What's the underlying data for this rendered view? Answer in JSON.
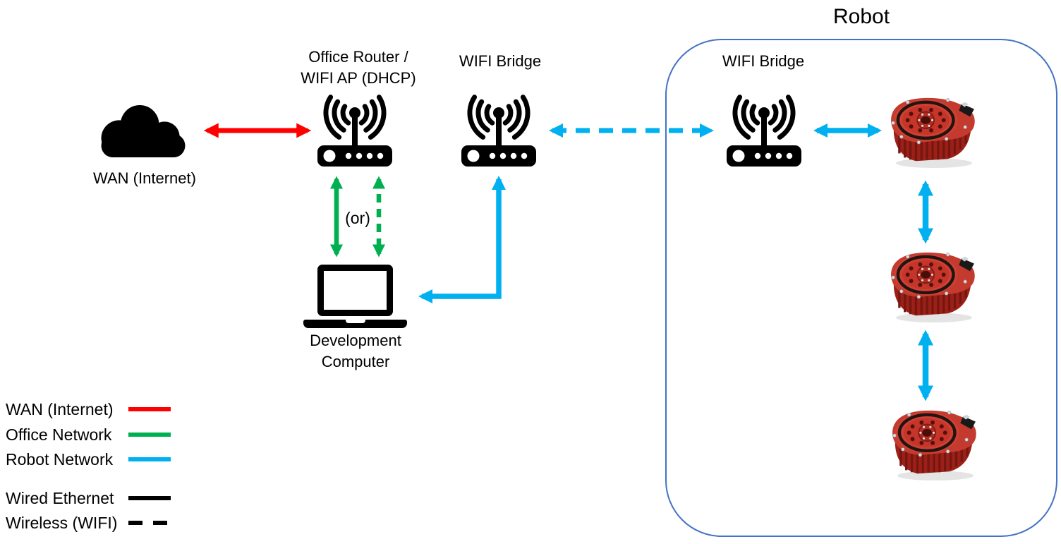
{
  "colors": {
    "wan_network": "#FF0000",
    "office_network": "#00B050",
    "robot_network": "#00B0F0",
    "robot_box_border": "#4472C4",
    "icon_black": "#000000",
    "actuator_red": "#C5352A"
  },
  "nodes": {
    "wan": {
      "label": "WAN (Internet)"
    },
    "office_router": {
      "label_line1": "Office Router /",
      "label_line2": "WIFI AP (DHCP)"
    },
    "wifi_bridge_office": {
      "label": "WIFI Bridge"
    },
    "wifi_bridge_robot": {
      "label": "WIFI Bridge"
    },
    "dev_computer": {
      "label_line1": "Development",
      "label_line2": "Computer"
    },
    "or_label": "(or)"
  },
  "robot_group": {
    "title": "Robot",
    "actuator_count": 3
  },
  "legend": {
    "network_types": [
      {
        "label": "WAN (Internet)",
        "color": "#FF0000",
        "style": "solid"
      },
      {
        "label": "Office Network",
        "color": "#00B050",
        "style": "solid"
      },
      {
        "label": "Robot Network",
        "color": "#00B0F0",
        "style": "solid"
      }
    ],
    "link_types": [
      {
        "label": "Wired Ethernet",
        "color": "#000000",
        "style": "solid"
      },
      {
        "label": "Wireless (WIFI)",
        "color": "#000000",
        "style": "dashed"
      }
    ]
  },
  "connections": [
    {
      "from": "WAN (Internet)",
      "to": "Office Router / WIFI AP (DHCP)",
      "network": "WAN (Internet)",
      "link": "Wired Ethernet",
      "bidirectional": true
    },
    {
      "from": "Office Router / WIFI AP (DHCP)",
      "to": "Development Computer",
      "network": "Office Network",
      "link": "Wired Ethernet",
      "bidirectional": true
    },
    {
      "from": "Office Router / WIFI AP (DHCP)",
      "to": "Development Computer",
      "network": "Office Network",
      "link": "Wireless (WIFI)",
      "bidirectional": true,
      "note": "(or)"
    },
    {
      "from": "Development Computer",
      "to": "WIFI Bridge (office)",
      "network": "Robot Network",
      "link": "Wired Ethernet",
      "bidirectional": true
    },
    {
      "from": "WIFI Bridge (office)",
      "to": "WIFI Bridge (robot)",
      "network": "Robot Network",
      "link": "Wireless (WIFI)",
      "bidirectional": true
    },
    {
      "from": "WIFI Bridge (robot)",
      "to": "Actuator 1",
      "network": "Robot Network",
      "link": "Wired Ethernet",
      "bidirectional": true
    },
    {
      "from": "Actuator 1",
      "to": "Actuator 2",
      "network": "Robot Network",
      "link": "Wired Ethernet",
      "bidirectional": true
    },
    {
      "from": "Actuator 2",
      "to": "Actuator 3",
      "network": "Robot Network",
      "link": "Wired Ethernet",
      "bidirectional": true
    }
  ]
}
